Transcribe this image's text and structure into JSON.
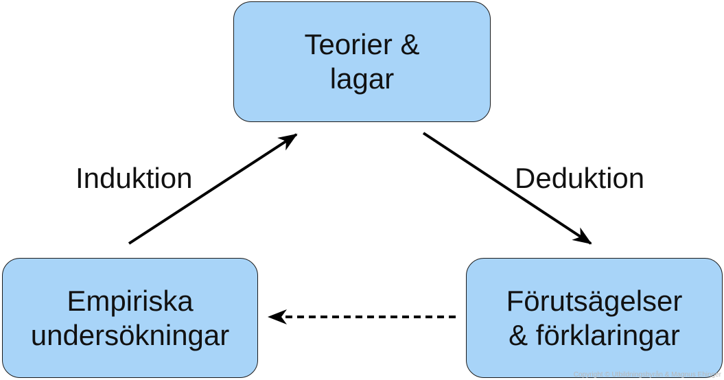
{
  "nodes": {
    "top": {
      "line1": "Teorier &",
      "line2": "lagar"
    },
    "left": {
      "line1": "Empiriska",
      "line2": "undersökningar"
    },
    "right": {
      "line1": "Förutsägelser",
      "line2": "& förklaringar"
    }
  },
  "edges": {
    "induction_label": "Induktion",
    "deduction_label": "Deduktion"
  },
  "footer": {
    "copyright": "Copyright © Utbildningsbyrån & Magnus Ehinger"
  },
  "colors": {
    "box_fill": "#a8d4f8",
    "box_border": "#1a1a1a",
    "arrow": "#000000",
    "text": "#111111"
  }
}
